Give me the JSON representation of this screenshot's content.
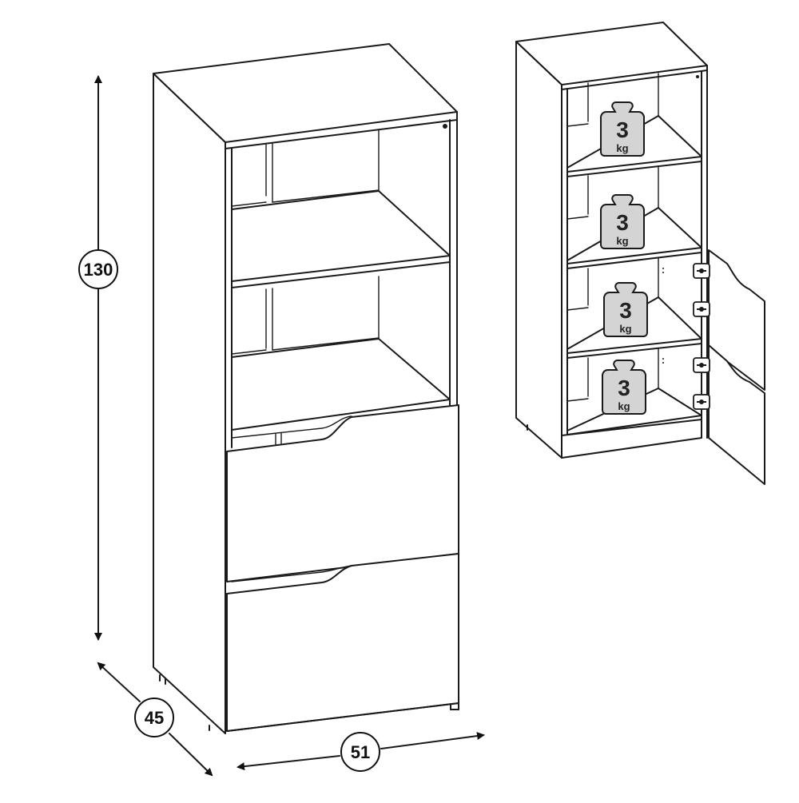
{
  "dimensions": {
    "height": "130",
    "depth": "45",
    "width": "51"
  },
  "load_labels": [
    {
      "value": "3",
      "unit": "kg"
    },
    {
      "value": "3",
      "unit": "kg"
    },
    {
      "value": "3",
      "unit": "kg"
    },
    {
      "value": "3",
      "unit": "kg"
    }
  ],
  "icons": [
    "weight-icon",
    "hinge-icon",
    "arrow-icon"
  ],
  "colors": {
    "line": "#1a1a1a",
    "weight_fill": "#d4d4d4"
  }
}
